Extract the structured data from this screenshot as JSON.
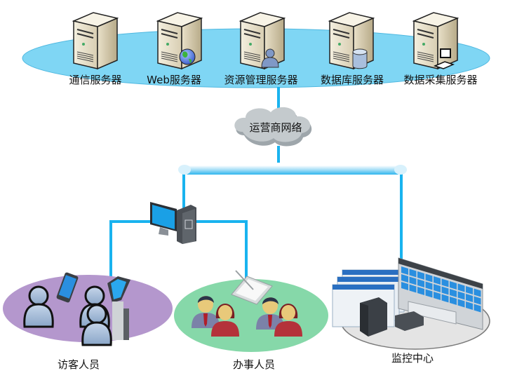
{
  "diagram": {
    "title": "",
    "colors": {
      "server_ring": "#7fd6f4",
      "line": "#19b3ef",
      "cloud": "#c2c8cc",
      "visitor_zone": "#b497cd",
      "staff_zone": "#86d8a9",
      "monitor_zone": "#e4e4e4"
    },
    "servers": [
      {
        "label": "通信服务器",
        "badge": "none"
      },
      {
        "label": "Web服务器",
        "badge": "globe-icon"
      },
      {
        "label": "资源管理服务器",
        "badge": "user-icon"
      },
      {
        "label": "数据库服务器",
        "badge": "database-icon"
      },
      {
        "label": "数据采集服务器",
        "badge": "computer-icon"
      }
    ],
    "network": {
      "label": "运营商网络"
    },
    "groups": [
      {
        "label": "访客人员"
      },
      {
        "label": "办事人员"
      },
      {
        "label": "监控中心"
      }
    ]
  }
}
